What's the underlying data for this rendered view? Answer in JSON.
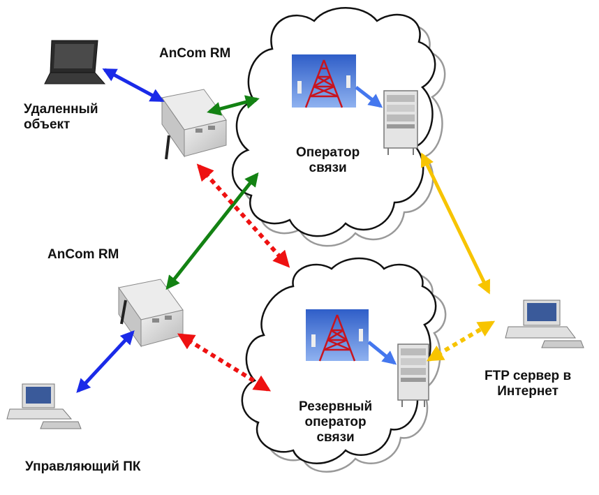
{
  "labels": {
    "remote_object": [
      "Удаленный",
      "объект"
    ],
    "ancom_top": "AnCom RM",
    "ancom_bottom": "AnCom RM",
    "operator": [
      "Оператор",
      "связи"
    ],
    "reserve_operator": [
      "Резервный",
      "оператор",
      "связи"
    ],
    "ftp_server": [
      "FTP сервер в",
      "Интернет"
    ],
    "control_pc": "Управляющий ПК"
  },
  "colors": {
    "blue_link": "#1a2ae8",
    "green_link": "#138213",
    "red_backup_link": "#ee1111",
    "yellow_link": "#f7c400",
    "internal_link": "#4477ee",
    "cloud_outline": "#111111",
    "cloud_shadow": "#999999"
  },
  "icons": {
    "laptop": "laptop-icon",
    "modem": "modem-icon",
    "tower": "radio-tower-icon",
    "rack": "server-rack-icon",
    "desktop": "desktop-pc-icon",
    "cloud": "cloud-icon"
  }
}
